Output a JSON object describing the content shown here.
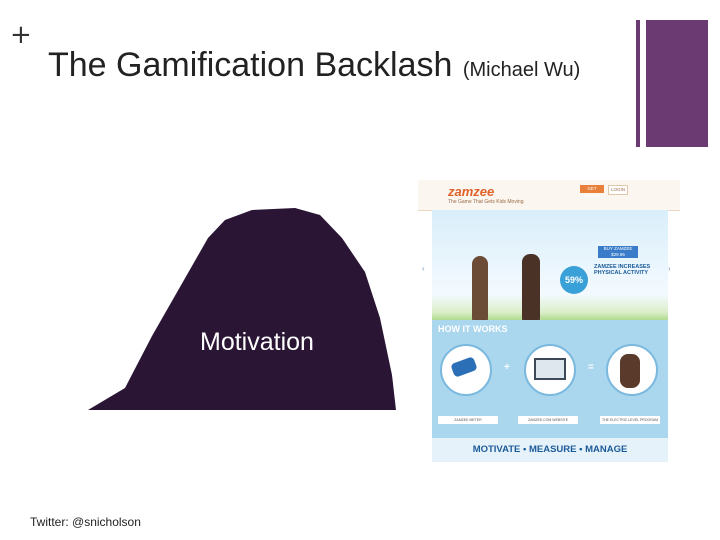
{
  "slide": {
    "plus_symbol": "+",
    "title": "The Gamification Backlash",
    "subtitle": "(Michael Wu)",
    "center_label": "Motivation",
    "footer": "Twitter: @snicholson",
    "accent_color": "#6b3a72",
    "shape_color": "#2a1535"
  },
  "screenshot": {
    "logo": "zamzee",
    "tagline": "The Game That Gets Kids Moving",
    "nav_buttons": [
      "GET STARTED",
      "LOGIN"
    ],
    "buy_badge": "BUY ZAMZEE $29.95",
    "hero_percent": "59%",
    "hero_headline": "ZAMZEE INCREASES PHYSICAL ACTIVITY",
    "section_title": "HOW IT WORKS",
    "operators": [
      "+",
      "="
    ],
    "step_labels": [
      "ZAMZEE METER",
      "ZAMZEE.COM WEBSITE",
      "THE ELECTRIC LEVEL PROGRAM"
    ],
    "bottom_banner": "MOTIVATE • MEASURE • MANAGE",
    "arrows": [
      "‹",
      "›"
    ]
  }
}
